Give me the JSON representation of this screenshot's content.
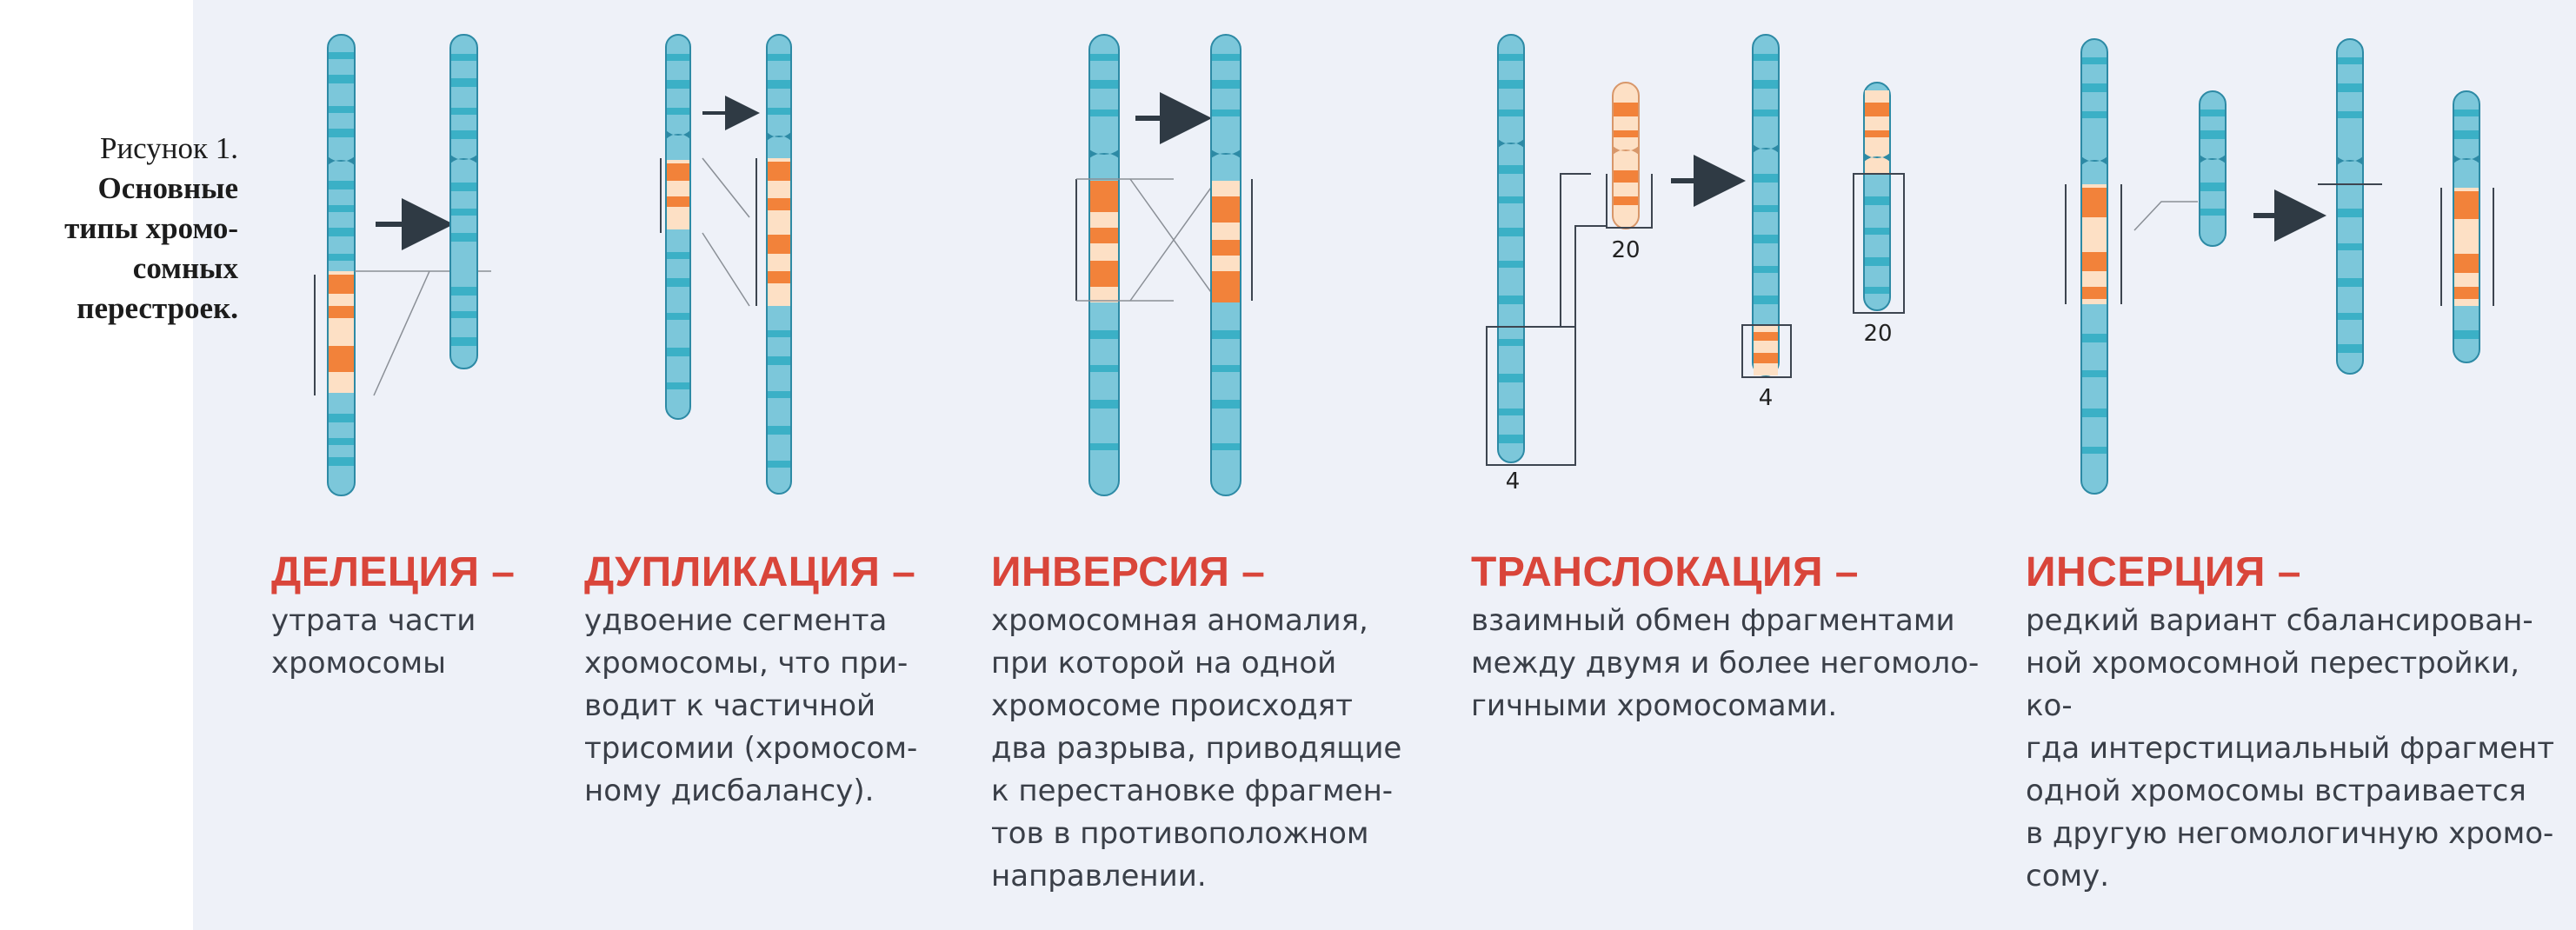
{
  "figure": {
    "label": "Рисунок 1.",
    "title": "Основные\nтипы хромо-\nсомных\nперестроек."
  },
  "colors": {
    "panel_bg": "#eef1f8",
    "chromosome": "#7cc7da",
    "band": "#3bb0c6",
    "highlight": "#f2823a",
    "highlight_light": "#fde0c5",
    "term_color": "#d9453a"
  },
  "sections": [
    {
      "id": "deletion",
      "term": "ДЕЛЕЦИЯ –",
      "text": "утрата части\nхромосомы"
    },
    {
      "id": "duplication",
      "term": "ДУПЛИКАЦИЯ –",
      "text": "удвоение сегмента\nхромосомы, что при-\nводит к частичной\nтрисомии (хромосом-\nному дисбалансу)."
    },
    {
      "id": "inversion",
      "term": "ИНВЕРСИЯ –",
      "text": "хромосомная аномалия,\nпри которой на одной\nхромосоме происходят\nдва разрыва, приводящие\nк перестановке фрагмен-\nтов в противоположном\nнаправлении."
    },
    {
      "id": "translocation",
      "term": "ТРАНСЛОКАЦИЯ –",
      "text": "взаимный обмен фрагментами\nмежду двумя и более негомоло-\nгичными хромосомами."
    },
    {
      "id": "insertion",
      "term": "ИНСЕРЦИЯ –",
      "text": "редкий вариант сбалансирован-\nной хромосомной перестройки, ко-\nгда интерстициальный фрагмент\nодной хромосомы встраивается\nв другую негомологичную хромо-\nсому."
    }
  ],
  "chromosome_labels": {
    "chr4_before": "4",
    "chr20_before": "20",
    "chr4_after": "4",
    "chr20_after": "20"
  }
}
